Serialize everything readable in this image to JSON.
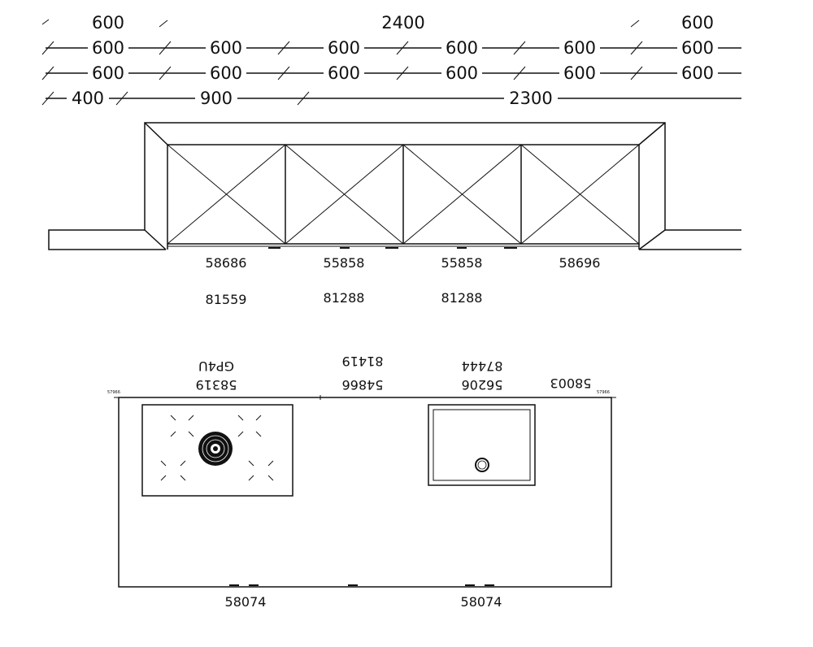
{
  "dimensions": {
    "row1": [
      {
        "label": "600"
      },
      {
        "label": "2400"
      },
      {
        "label": "600"
      }
    ],
    "row2": [
      {
        "label": "600"
      },
      {
        "label": "600"
      },
      {
        "label": "600"
      },
      {
        "label": "600"
      },
      {
        "label": "600"
      },
      {
        "label": "600"
      }
    ],
    "row3": [
      {
        "label": "600"
      },
      {
        "label": "600"
      },
      {
        "label": "600"
      },
      {
        "label": "600"
      },
      {
        "label": "600"
      },
      {
        "label": "600"
      }
    ],
    "row4": [
      {
        "label": "400"
      },
      {
        "label": "900"
      },
      {
        "label": "2300"
      }
    ]
  },
  "cabinets": {
    "codes_top": [
      "58686",
      "55858",
      "55858",
      "58696"
    ],
    "codes_bottom": [
      "81559",
      "81288",
      "81288"
    ]
  },
  "island": {
    "top_codes": [
      {
        "line1": "58319",
        "line2": "GP4U"
      },
      {
        "line1": "54866",
        "line2": "81419"
      },
      {
        "line1": "56206",
        "line2": "87444"
      },
      {
        "line1": "58003",
        "line2": ""
      }
    ],
    "corner_left": "57966",
    "corner_right": "57966",
    "bottom_codes": [
      "58074",
      "58074"
    ]
  }
}
